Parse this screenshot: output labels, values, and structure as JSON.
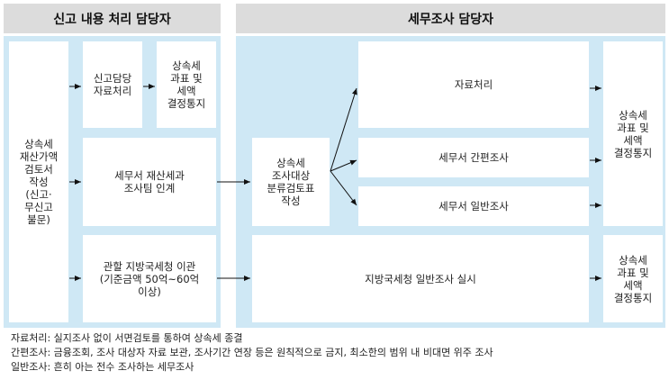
{
  "headers": {
    "left": "신고 내용 처리 담당자",
    "right": "세무조사 담당자"
  },
  "boxes": {
    "report_doc": "상속세\n재산가액\n검토서\n작성\n(신고·\n무신고\n불문)",
    "report_officer": "신고담당\n자료처리",
    "decision_notice_top_left": "상속세\n과표 및\n세액\n결정통지",
    "transfer_team": "세무서 재산세과\n조사팀 인계",
    "transfer_regional": "관할 지방국세청 이관\n(기준금액 50억~60억\n이상)",
    "classification": "상속세\n조사대상\n분류검토표\n작성",
    "data_processing": "자료처리",
    "simple_audit": "세무서 간편조사",
    "general_audit": "세무서 일반조사",
    "regional_audit": "지방국세청 일반조사 실시",
    "decision_notice_right_top": "상속세\n과표 및\n세액\n결정통지",
    "decision_notice_right_bottom": "상속세\n과표 및\n세액\n결정통지"
  },
  "notes": [
    "자료처리: 실지조사 없이 서면검토를 통하여 상속세 종결",
    "간편조사: 금융조회, 조사 대상자 자료 보관, 조사기간 연장 등은 원칙적으로 금지, 최소한의 범위 내 비대면 위주 조사",
    "일반조사: 흔히 아는 전수 조사하는 세무조사"
  ]
}
